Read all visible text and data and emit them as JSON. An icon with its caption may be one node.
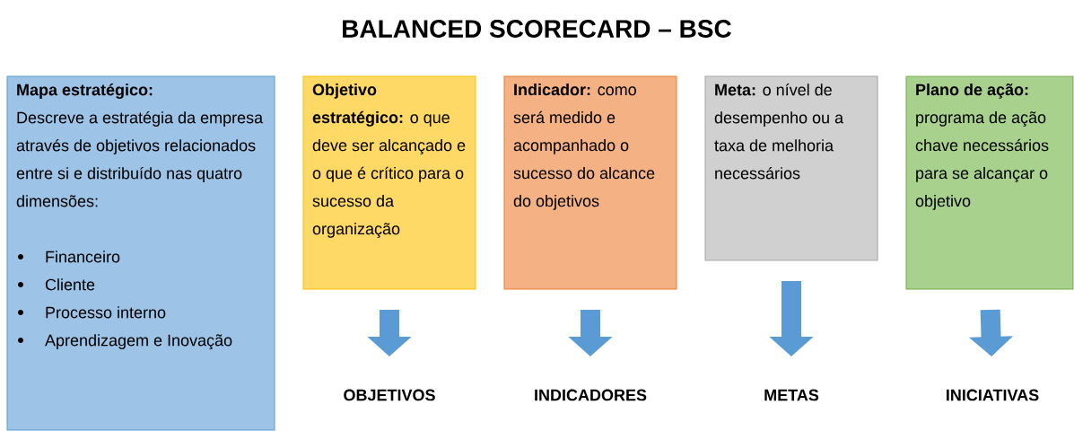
{
  "diagram": {
    "title": "BALANCED SCORECARD – BSC",
    "nodes": [
      {
        "text": [
          "Mapa estratégico:",
          "Descreve a estratégia da empresa através de objetivos relacionados entre si e distribuído nas quatro dimensões:",
          "Financeiro",
          "Cliente",
          "Processo interno",
          "Aprendizagem e Inovação"
        ]
      },
      {
        "text": [
          "**Objetivo estratégico:** o que deve ser alcançado e o que é crítico para o sucesso da organização"
        ]
      },
      {
        "text": [
          "**Indicador:** como será medido e acompanhado o sucesso do alcance do objetivos"
        ]
      },
      {
        "text": [
          "**Meta:** o nível de desempenho ou a taxa de melhoria necessários"
        ]
      },
      {
        "text": [
          "**Plano de ação:** programa de ação chave necessários para se alcançar o objetivo"
        ]
      },
      {
        "text": [
          "OBJETIVOS"
        ]
      },
      {
        "text": [
          "INDICADORES"
        ]
      },
      {
        "text": [
          "METAS"
        ]
      },
      {
        "text": [
          "INICIATIVAS"
        ]
      }
    ],
    "edges": [
      {
        "from": 1,
        "to": 5,
        "arrow": "to"
      },
      {
        "from": 2,
        "to": 6,
        "arrow": "to"
      },
      {
        "from": 3,
        "to": 7,
        "arrow": "to"
      },
      {
        "from": 4,
        "to": 8,
        "arrow": "to"
      }
    ]
  }
}
